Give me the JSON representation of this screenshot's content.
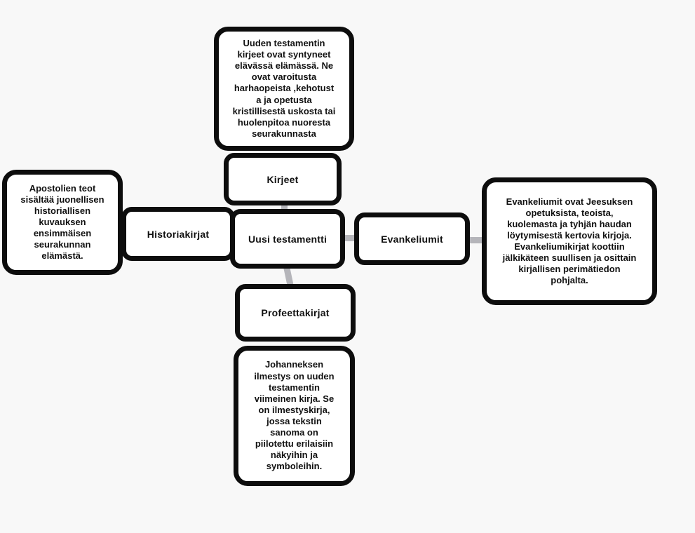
{
  "colors": {
    "background": "#f8f8f8",
    "box_fill": "#ffffff",
    "box_border": "#0d0d0d",
    "connector": "#b5b5ba",
    "text": "#111111"
  },
  "nodes": {
    "root": {
      "label": "Uusi testamentti"
    },
    "kirjeet": {
      "label": "Kirjeet"
    },
    "historiakirjat": {
      "label": "Historiakirjat"
    },
    "evankeliumit": {
      "label": "Evankeliumit"
    },
    "profeettakirjat": {
      "label": "Profeettakirjat"
    }
  },
  "notes": {
    "kirjeet_note": {
      "text": "Uuden testamentin\nkirjeet ovat syntyneet\nelävässä elämässä. Ne\novat varoitusta\nharhaopeista ,kehotust\na ja opetusta\nkristillisestä uskosta tai\nhuolenpitoa nuoresta\nseurakunnasta"
    },
    "historiakirjat_note": {
      "text": "Apostolien teot\nsisältää juonellisen\nhistoriallisen\nkuvauksen\nensimmäisen\nseurakunnan\nelämästä."
    },
    "evankeliumit_note": {
      "text": "Evankeliumit ovat Jeesuksen\nopetuksista, teoista,\nkuolemasta ja tyhjän haudan\nlöytymisestä kertovia kirjoja.\nEvankeliumikirjat koottiin\njälkikäteen suullisen ja osittain\nkirjallisen perimätiedon\npohjalta."
    },
    "profeettakirjat_note": {
      "text": "Johanneksen\nilmestys on uuden\ntestamentin\nviimeinen kirja. Se\non ilmestyskirja,\njossa tekstin\nsanoma on\npiilotettu erilaisiin\nnäkyihin ja\nsymboleihin."
    }
  }
}
